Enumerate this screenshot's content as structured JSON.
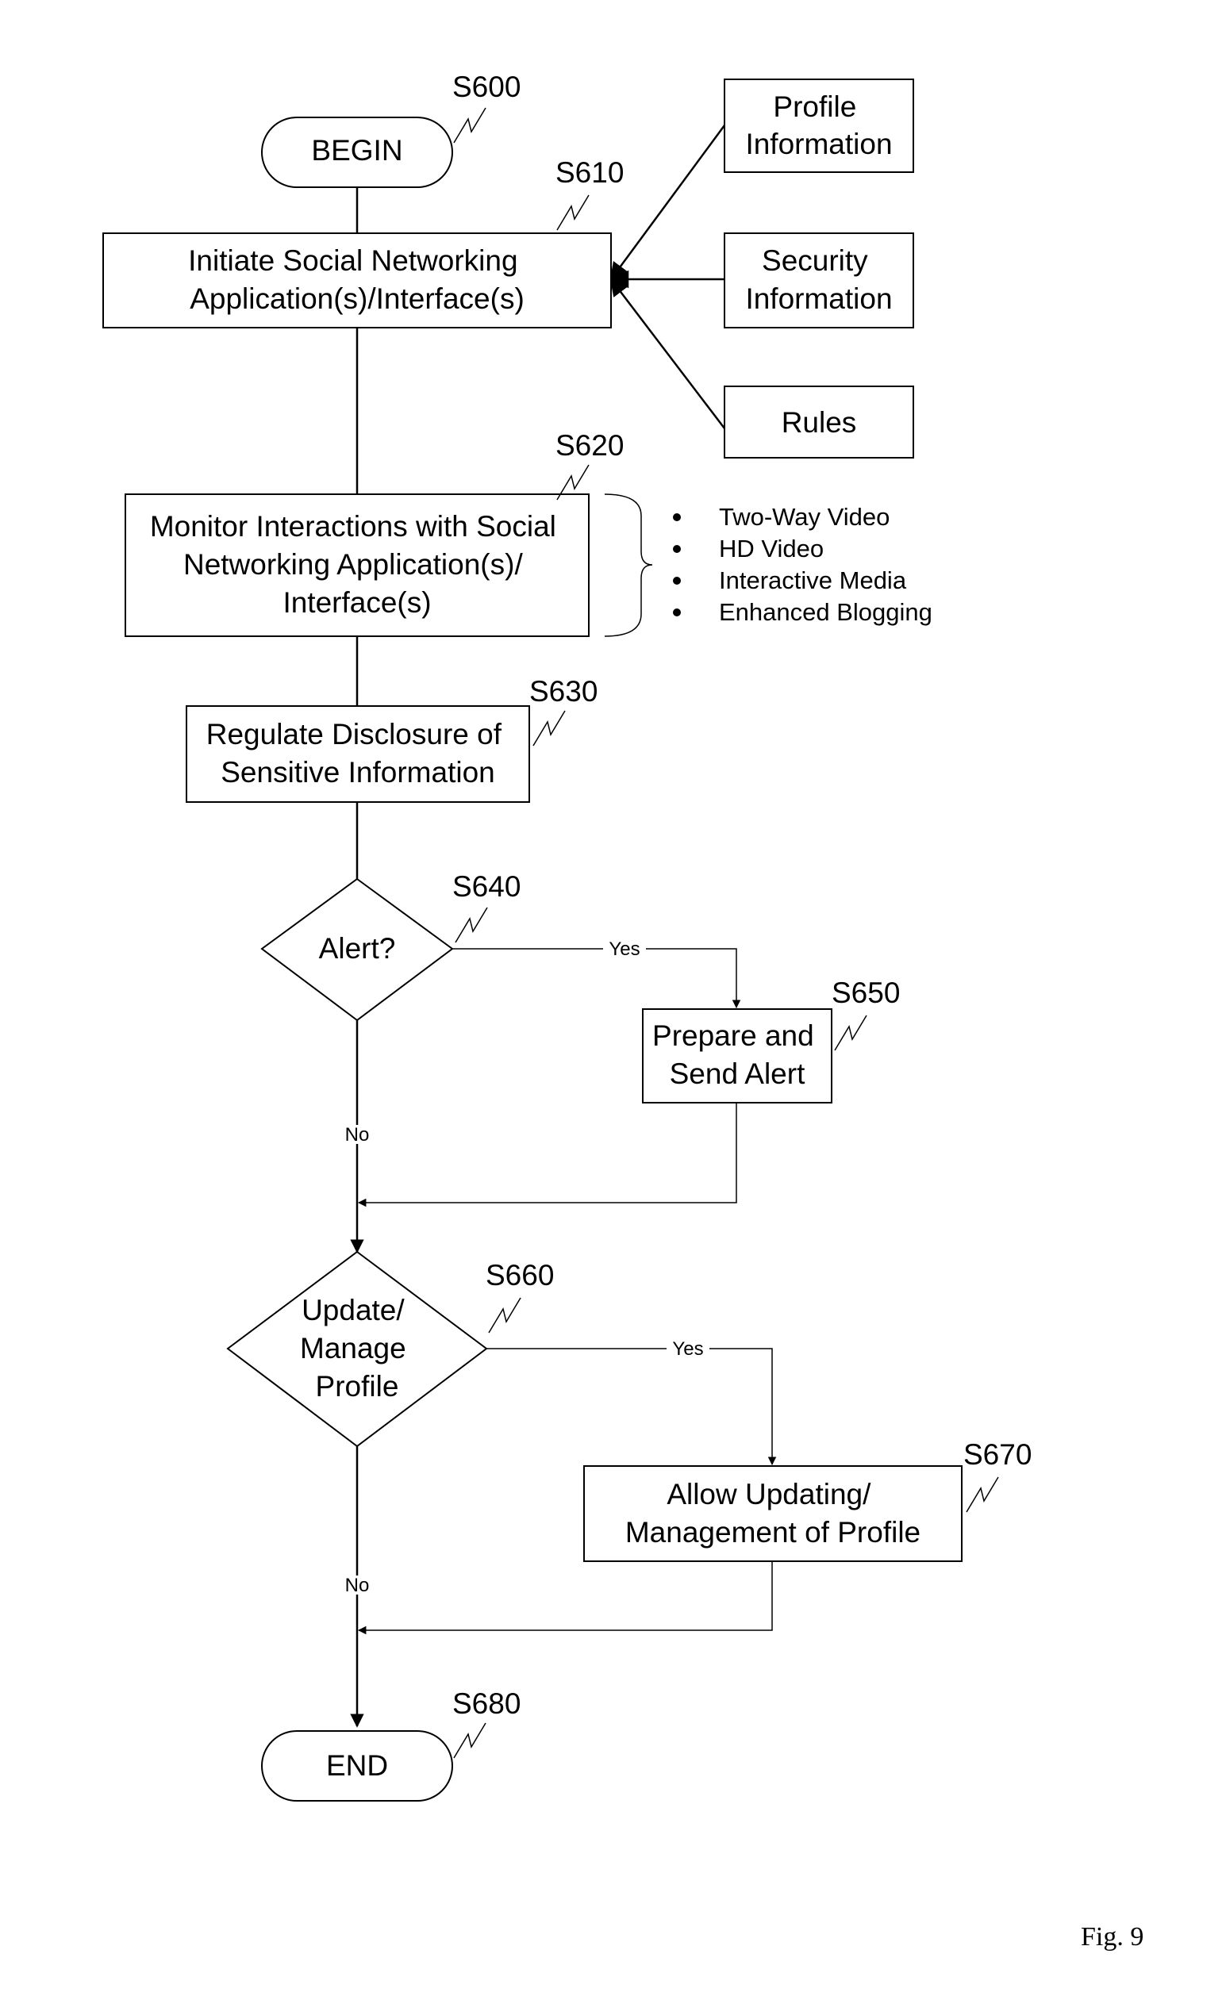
{
  "diagram": {
    "nodes": {
      "begin": {
        "label": "BEGIN",
        "step": "S600"
      },
      "initiate": {
        "lines": [
          "Initiate Social Networking",
          "Application(s)/Interface(s)"
        ],
        "step": "S610"
      },
      "profile_info": {
        "lines": [
          "Profile",
          "Information"
        ]
      },
      "security_info": {
        "lines": [
          "Security",
          "Information"
        ]
      },
      "rules": {
        "label": "Rules"
      },
      "monitor": {
        "lines": [
          "Monitor Interactions with Social",
          "Networking Application(s)/",
          "Interface(s)"
        ],
        "step": "S620"
      },
      "regulate": {
        "lines": [
          "Regulate Disclosure of",
          "Sensitive Information"
        ],
        "step": "S630"
      },
      "alert": {
        "label": "Alert?",
        "step": "S640"
      },
      "send_alert": {
        "lines": [
          "Prepare and",
          "Send Alert"
        ],
        "step": "S650"
      },
      "update": {
        "lines": [
          "Update/",
          "Manage",
          "Profile"
        ],
        "step": "S660"
      },
      "allow": {
        "lines": [
          "Allow Updating/",
          "Management of Profile"
        ],
        "step": "S670"
      },
      "end": {
        "label": "END",
        "step": "S680"
      }
    },
    "monitor_bullets": [
      "Two-Way Video",
      "HD Video",
      "Interactive Media",
      "Enhanced Blogging"
    ],
    "edge_labels": {
      "alert_yes": "Yes",
      "alert_no": "No",
      "update_yes": "Yes",
      "update_no": "No"
    },
    "figure_label": "Fig. 9"
  }
}
